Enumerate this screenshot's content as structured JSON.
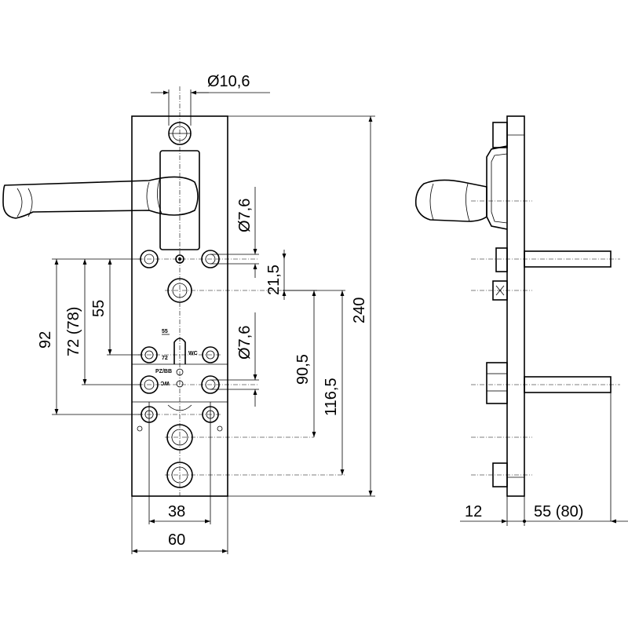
{
  "dimensions": {
    "hole_diameter_top": "Ø10,6",
    "hole_diameter_upper": "Ø7,6",
    "hole_diameter_lower": "Ø7,6",
    "spacing_21_5": "21,5",
    "height_92": "92",
    "height_72_78": "72 (78)",
    "height_55": "55",
    "height_90_5": "90,5",
    "height_116_5": "116,5",
    "height_240": "240",
    "width_38": "38",
    "width_60": "60",
    "side_12": "12",
    "side_55_80": "55 (80)"
  },
  "plate_markings": {
    "mark_55": "55",
    "mark_72": "72",
    "mark_wc": "WC",
    "mark_pzbb": "PZ/BB",
    "mark_wc_inverted": "WC"
  }
}
